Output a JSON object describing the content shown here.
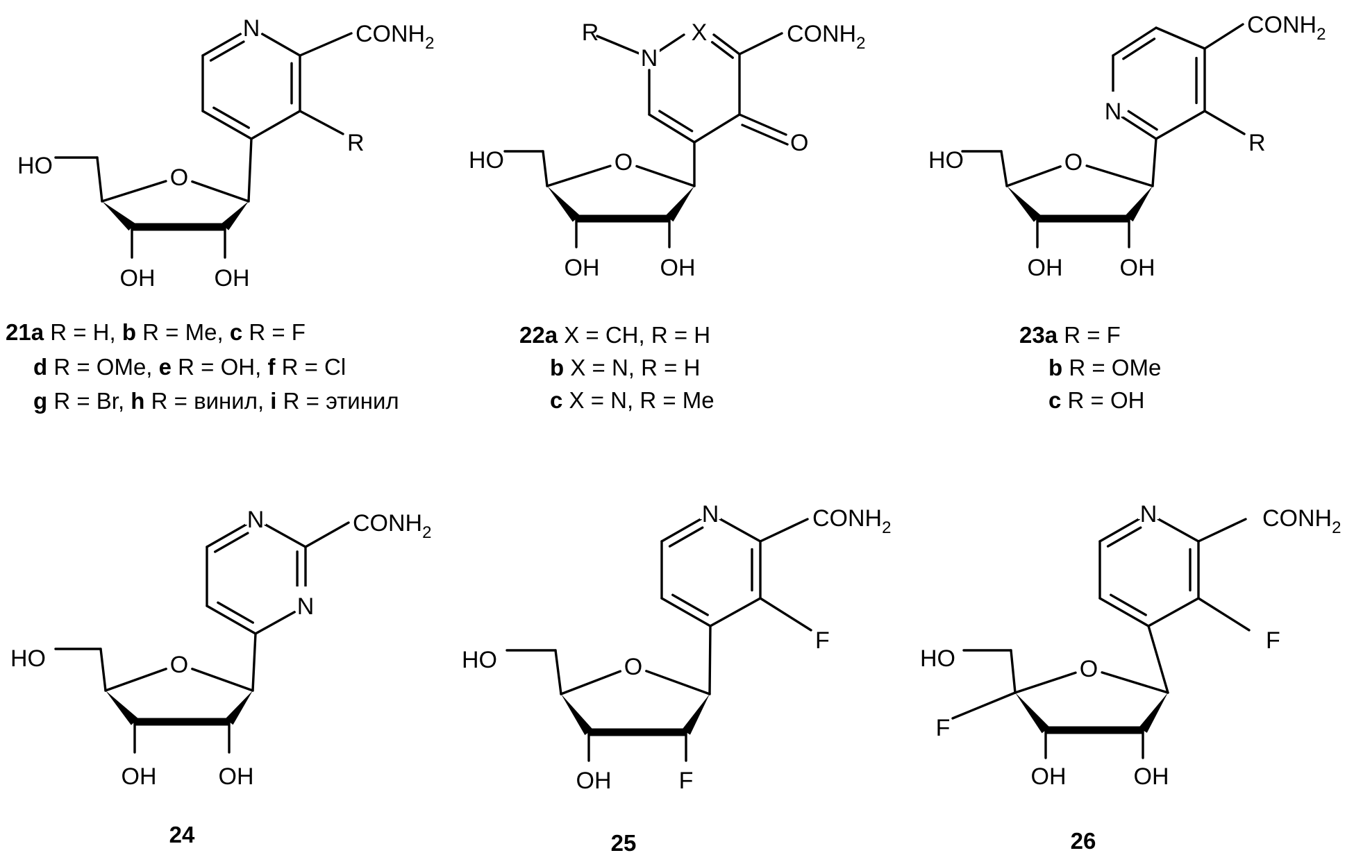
{
  "figure": {
    "structures": [
      {
        "id": "21",
        "atoms": {
          "n": "N",
          "conh2": "CONH",
          "conh2_sub": "2",
          "r": "R",
          "ho": "HO",
          "o": "O",
          "oh3": "OH",
          "oh2": "OH"
        },
        "caption": [
          [
            {
              "t": "21a",
              "b": true
            },
            {
              "t": " R = H, "
            },
            {
              "t": "b",
              "b": true
            },
            {
              "t": " R = Me, "
            },
            {
              "t": "c",
              "b": true
            },
            {
              "t": " R = F"
            }
          ],
          [
            {
              "t": "d",
              "b": true
            },
            {
              "t": " R = OMe, "
            },
            {
              "t": "e",
              "b": true
            },
            {
              "t": " R = OH, "
            },
            {
              "t": "f",
              "b": true
            },
            {
              "t": " R = Cl"
            }
          ],
          [
            {
              "t": "g",
              "b": true
            },
            {
              "t": " R = Br, "
            },
            {
              "t": "h",
              "b": true
            },
            {
              "t": " R = винил, "
            },
            {
              "t": "i",
              "b": true
            },
            {
              "t": " R = этинил"
            }
          ]
        ]
      },
      {
        "id": "22",
        "atoms": {
          "r": "R",
          "n": "N",
          "x": "X",
          "conh2": "CONH",
          "conh2_sub": "2",
          "oxo": "O",
          "ho": "HO",
          "o": "O",
          "oh3": "OH",
          "oh2": "OH"
        },
        "caption": [
          [
            {
              "t": "22a",
              "b": true
            },
            {
              "t": " X = CH, R = H"
            }
          ],
          [
            {
              "t": "b",
              "b": true
            },
            {
              "t": " X = N, R = H"
            }
          ],
          [
            {
              "t": "c",
              "b": true
            },
            {
              "t": " X = N, R = Me"
            }
          ]
        ]
      },
      {
        "id": "23",
        "atoms": {
          "conh2": "CONH",
          "conh2_sub": "2",
          "n": "N",
          "r": "R",
          "ho": "HO",
          "o": "O",
          "oh3": "OH",
          "oh2": "OH"
        },
        "caption": [
          [
            {
              "t": "23a",
              "b": true
            },
            {
              "t": " R = F"
            }
          ],
          [
            {
              "t": "b",
              "b": true
            },
            {
              "t": " R = OMe"
            }
          ],
          [
            {
              "t": "c",
              "b": true
            },
            {
              "t": " R = OH"
            }
          ]
        ]
      },
      {
        "id": "24",
        "atoms": {
          "n1": "N",
          "n3": "N",
          "conh2": "CONH",
          "conh2_sub": "2",
          "ho": "HO",
          "o": "O",
          "oh3": "OH",
          "oh2": "OH"
        },
        "caption": [
          [
            {
              "t": "24",
              "b": true
            }
          ]
        ]
      },
      {
        "id": "25",
        "atoms": {
          "n": "N",
          "conh2": "CONH",
          "conh2_sub": "2",
          "f_ring": "F",
          "ho": "HO",
          "o": "O",
          "oh3": "OH",
          "f2": "F"
        },
        "caption": [
          [
            {
              "t": "25",
              "b": true
            }
          ]
        ]
      },
      {
        "id": "26",
        "atoms": {
          "n": "N",
          "conh2": "CONH",
          "conh2_sub": "2",
          "f_ring": "F",
          "ho": "HO",
          "o": "O",
          "f4": "F",
          "oh3": "OH",
          "oh2": "OH"
        },
        "caption": [
          [
            {
              "t": "26",
              "b": true
            }
          ]
        ]
      }
    ]
  }
}
